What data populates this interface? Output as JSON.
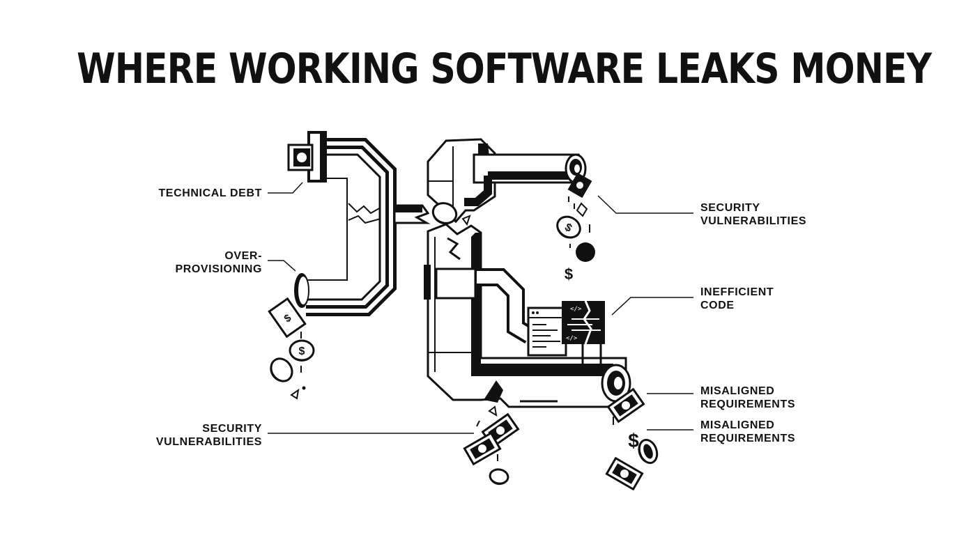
{
  "title": "WHERE WORKING SOFTWARE LEAKS MONEY",
  "labels": {
    "technical_debt": "TECHNICAL DEBT",
    "over_provisioning": [
      "OVER-",
      "PROVISIONING"
    ],
    "security_left": [
      "SECURITY",
      "VULNERABILITIES"
    ],
    "security_right": [
      "SECURITY",
      "VULNERABILITIES"
    ],
    "inefficient_code": [
      "INEFFICIENT",
      "CODE"
    ],
    "misaligned_1": [
      "MISALIGNED",
      "REQUIREMENTS"
    ],
    "misaligned_2": [
      "MISALIGNED",
      "REQUIREMENTS"
    ]
  },
  "glyphs": {
    "dollar": "$",
    "code_tag": "</>"
  },
  "colors": {
    "ink": "#111111",
    "paper": "#ffffff"
  }
}
